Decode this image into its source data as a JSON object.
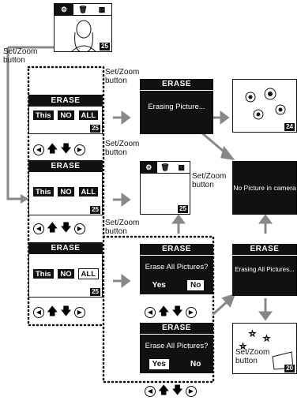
{
  "labels": {
    "set_zoom": "Set/Zoom\nbutton"
  },
  "screens": {
    "erase_title": "ERASE",
    "this": "This",
    "no": "NO",
    "all": "ALL",
    "erasing_picture": "Erasing Picture...",
    "erase_all_q": "Erase All Pictures?",
    "yes": "Yes",
    "no_lower": "No",
    "erasing_all": "Erasing All Pictures...",
    "no_picture": "No Picture in camera",
    "frame_25": "25",
    "frame_24": "24",
    "frame_20": "20"
  },
  "icons": {
    "key": "key-icon",
    "trash": "trash-icon",
    "grid": "grid-icon",
    "left": "left-arrow-button-icon",
    "right": "right-arrow-button-icon",
    "up": "up-arrow-icon",
    "down": "down-arrow-icon"
  }
}
